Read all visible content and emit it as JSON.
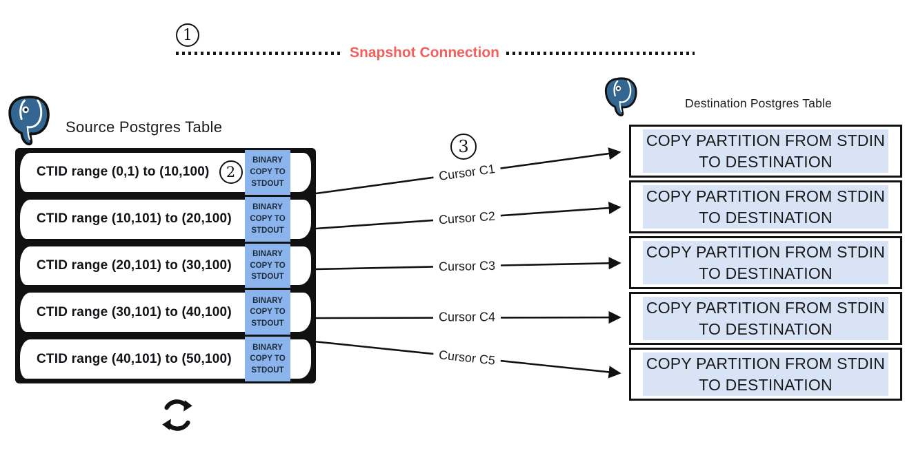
{
  "steps": [
    {
      "number": "1"
    },
    {
      "number": "2"
    },
    {
      "number": "3"
    }
  ],
  "snapshot_connection": {
    "label": "Snapshot Connection",
    "color": "#f2605d"
  },
  "source": {
    "title": "Source Postgres Table",
    "binary_chip_lines": [
      "BINARY",
      "COPY TO",
      "STDOUT"
    ],
    "rows": [
      {
        "ctid": "CTID range (0,1) to (10,100)"
      },
      {
        "ctid": "CTID range (10,101) to (20,100)"
      },
      {
        "ctid": "CTID range (20,101) to (30,100)"
      },
      {
        "ctid": "CTID range (30,101) to (40,100)"
      },
      {
        "ctid": "CTID range (40,101) to (50,100)"
      }
    ]
  },
  "cursors": [
    "Cursor C1",
    "Cursor C2",
    "Cursor C3",
    "Cursor C4",
    "Cursor C5"
  ],
  "destination": {
    "title": "Destination Postgres Table",
    "boxes": [
      {
        "line1": "COPY PARTITION FROM STDIN",
        "line2": "TO DESTINATION"
      },
      {
        "line1": "COPY PARTITION FROM STDIN",
        "line2": "TO DESTINATION"
      },
      {
        "line1": "COPY PARTITION FROM STDIN",
        "line2": "TO DESTINATION"
      },
      {
        "line1": "COPY PARTITION FROM STDIN",
        "line2": "TO DESTINATION"
      },
      {
        "line1": "COPY PARTITION FROM STDIN",
        "line2": "TO DESTINATION"
      }
    ]
  },
  "icons": {
    "source_logo": "postgresql-elephant-logo",
    "destination_logo": "postgresql-elephant-logo",
    "loop": "refresh-loop-icon"
  },
  "colors": {
    "postgres_blue": "#336791",
    "binary_chip_bg": "#8bb3ec",
    "copy_highlight_bg": "#d8e4f6",
    "snapshot_red": "#f2605d",
    "stroke": "#111111"
  }
}
